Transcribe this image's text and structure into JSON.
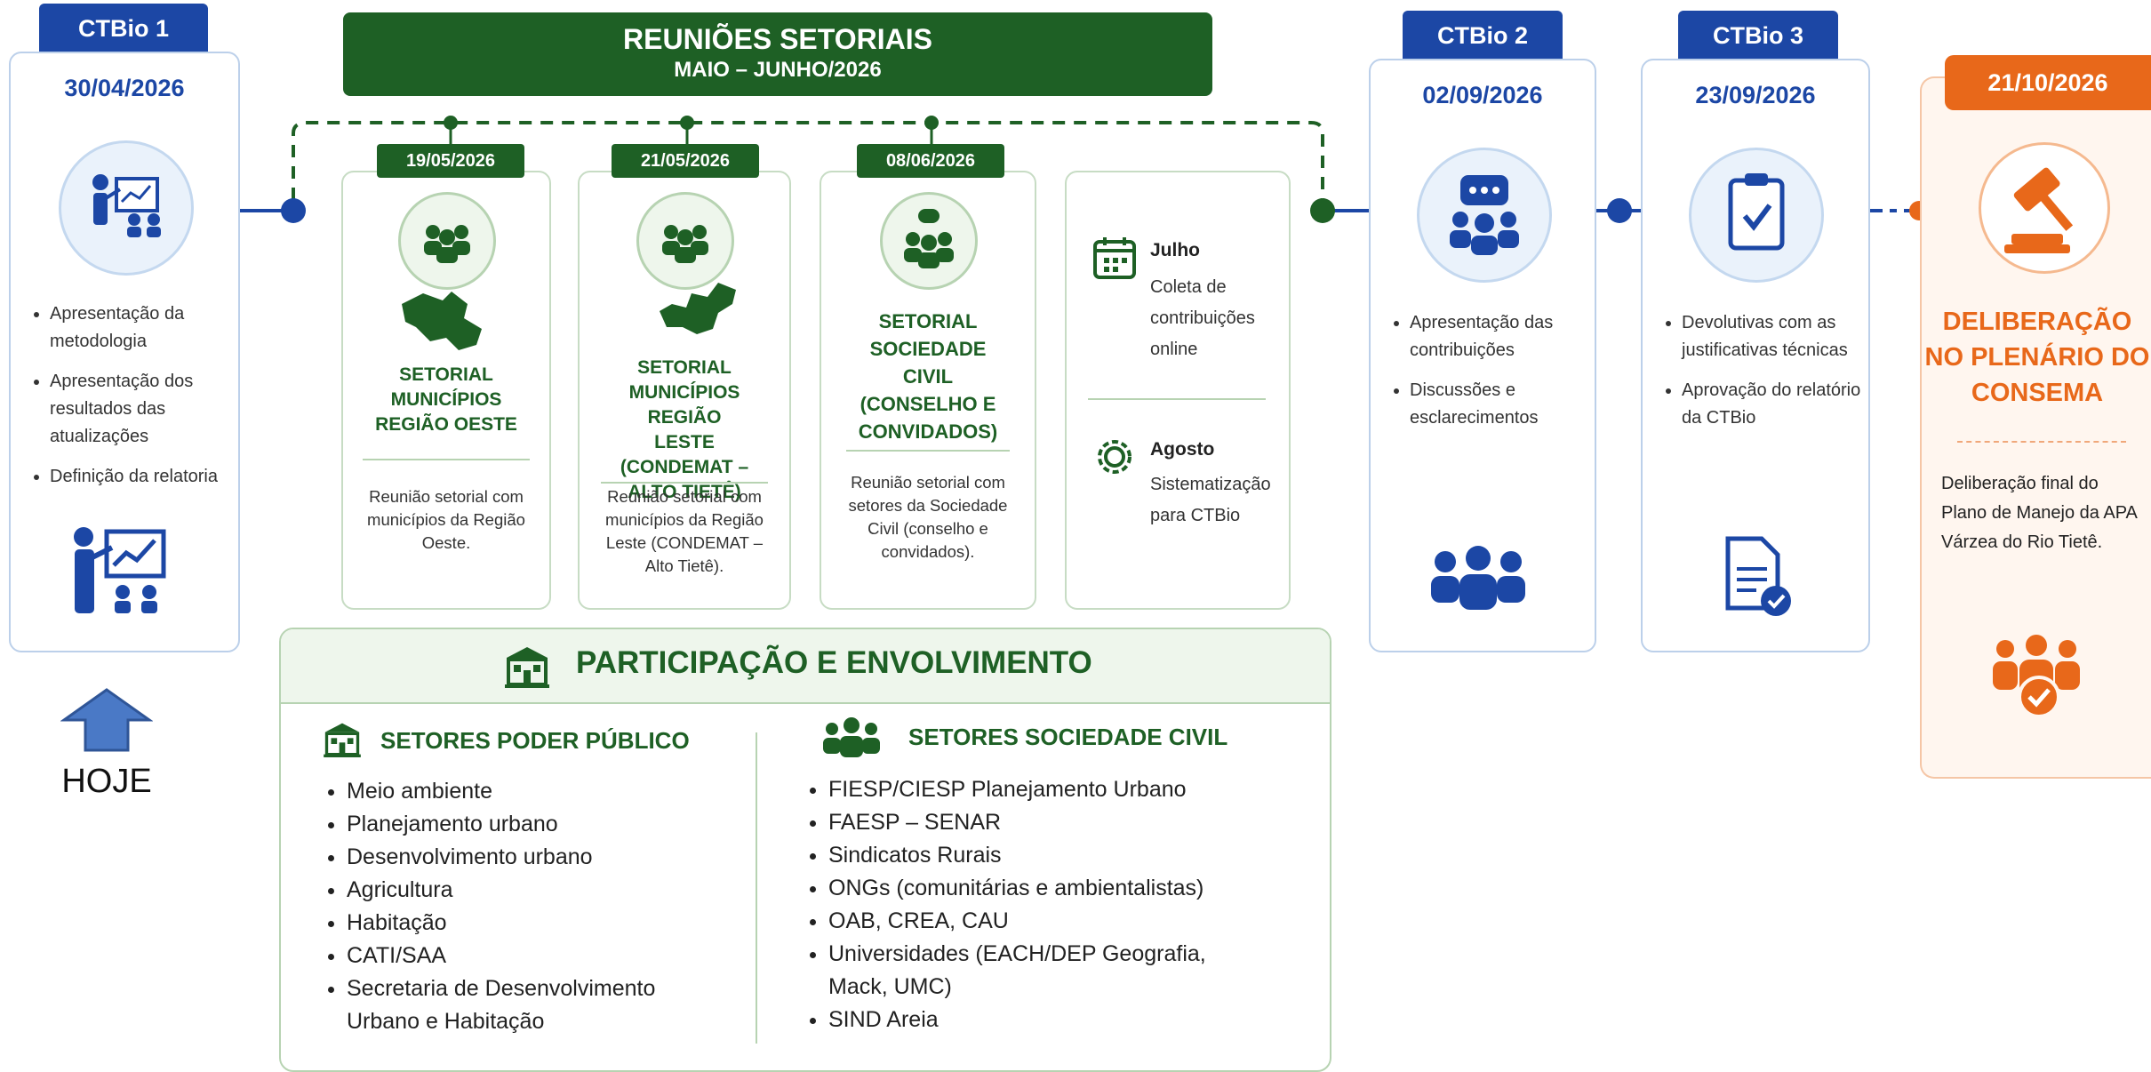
{
  "ctbio1": {
    "tab": "CTBio 1",
    "date": "30/04/2026",
    "items": [
      "Apresentação da metodologia",
      "Apresentação dos resultados das atualizações",
      "Definição da relatoria"
    ],
    "today_label": "HOJE"
  },
  "meetings": {
    "title": "REUNIÕES SETORIAIS",
    "subtitle": "MAIO – JUNHO/2026",
    "cards": [
      {
        "date": "19/05/2026",
        "title": "SETORIAL MUNICÍPIOS REGIÃO OESTE",
        "desc": "Reunião setorial com municípios da Região Oeste."
      },
      {
        "date": "21/05/2026",
        "title": "SETORIAL MUNICÍPIOS REGIÃO LESTE (CONDEMAT – ALTO TIETÊ)",
        "desc": "Reunião setorial com municípios da Região Leste (CONDEMAT – Alto Tietê)."
      },
      {
        "date": "08/06/2026",
        "title": "SETORIAL SOCIEDADE CIVIL (CONSELHO E CONVIDADOS)",
        "desc": "Reunião setorial com setores da Sociedade Civil (conselho e convidados)."
      }
    ],
    "months": [
      {
        "month": "Julho",
        "desc": "Coleta de contribuições online"
      },
      {
        "month": "Agosto",
        "desc": "Sistematização para CTBio"
      }
    ]
  },
  "participation": {
    "title": "PARTICIPAÇÃO E ENVOLVIMENTO",
    "public": {
      "heading": "SETORES PODER PÚBLICO",
      "items": [
        "Meio ambiente",
        "Planejamento urbano",
        "Desenvolvimento urbano",
        "Agricultura",
        "Habitação",
        "CATI/SAA",
        "Secretaria de Desenvolvimento Urbano e Habitação"
      ]
    },
    "civil": {
      "heading": "SETORES SOCIEDADE CIVIL",
      "items": [
        "FIESP/CIESP Planejamento Urbano",
        "FAESP – SENAR",
        "Sindicatos Rurais",
        "ONGs (comunitárias e ambientalistas)",
        "OAB, CREA, CAU",
        "Universidades (EACH/DEP Geografia, Mack, UMC)",
        "SIND Areia"
      ]
    }
  },
  "ctbio2": {
    "tab": "CTBio 2",
    "date": "02/09/2026",
    "items": [
      "Apresentação das contribuições",
      "Discussões e esclarecimentos"
    ]
  },
  "ctbio3": {
    "tab": "CTBio 3",
    "date": "23/09/2026",
    "items": [
      "Devolutivas com as justificativas técnicas",
      "Aprovação do relatório da CTBio"
    ]
  },
  "final": {
    "date": "21/10/2026",
    "title": "DELIBERAÇÃO NO PLENÁRIO DO CONSEMA",
    "desc": "Deliberação final do Plano de Manejo da APA Várzea do Rio Tietê."
  },
  "colors": {
    "blue": "#1c47a5",
    "green": "#1e6025",
    "orange": "#e8681a"
  },
  "icons": [
    "presentation-icon",
    "group-icon",
    "map-icon",
    "chat-group-icon",
    "calendar-icon",
    "gear-icon",
    "clipboard-check-icon",
    "document-check-icon",
    "gavel-icon",
    "building-icon",
    "up-arrow-icon"
  ]
}
